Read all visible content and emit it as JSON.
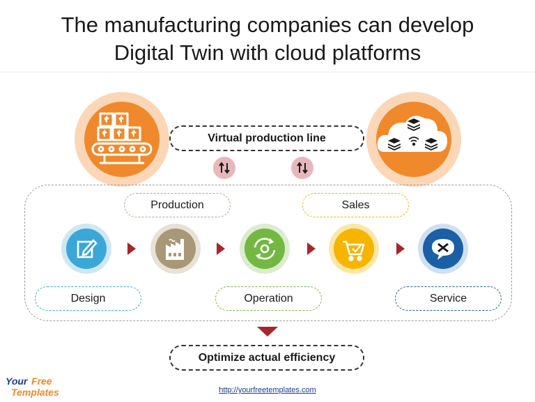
{
  "title": {
    "line1": "The manufacturing companies can develop",
    "line2": "Digital Twin with cloud platforms"
  },
  "top": {
    "virtual_line": "Virtual production line"
  },
  "stages": {
    "production": "Production",
    "sales": "Sales",
    "design": "Design",
    "operation": "Operation",
    "service": "Service"
  },
  "bottom": {
    "optimize": "Optimize actual efficiency"
  },
  "footer": {
    "link": "http://yourfreetemplates.com",
    "logo_top": "Your Free",
    "logo_bottom": "Templates"
  },
  "colors": {
    "orange": "#f0892b",
    "orange_ring": "#fbd7b8",
    "pink_chip": "#e6b8bc",
    "design_blue": "#3aa7d8",
    "production_tan": "#a89878",
    "operation_green": "#73b842",
    "sales_yellow": "#f7b500",
    "service_navy": "#1b5fa6",
    "dark_red_arrow": "#a8262a"
  }
}
